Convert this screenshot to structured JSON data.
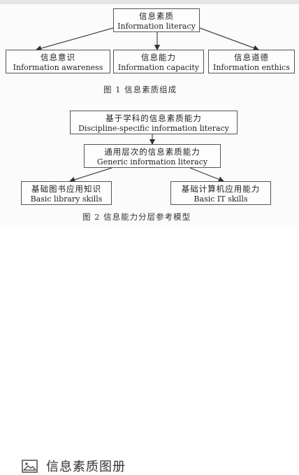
{
  "figure1": {
    "root": {
      "cn": "信息素质",
      "en": "Information literacy"
    },
    "children": [
      {
        "cn": "信息意识",
        "en": "Information awareness"
      },
      {
        "cn": "信息能力",
        "en": "Information capacity"
      },
      {
        "cn": "信息道德",
        "en": "Information enthics"
      }
    ],
    "caption": "图 1   信息素质组成"
  },
  "figure2": {
    "top": {
      "cn": "基于学科的信息素质能力",
      "en": "Discipline-specific information literacy"
    },
    "middle": {
      "cn": "通用层次的信息素质能力",
      "en": "Generic information literacy"
    },
    "left": {
      "cn": "基础图书应用知识",
      "en": "Basic library skills"
    },
    "right": {
      "cn": "基础计算机应用能力",
      "en": "Basic IT skills"
    },
    "caption": "图 2   信息能力分层参考模型"
  },
  "gallery": {
    "icon": "image-gallery-icon",
    "label": "信息素质图册"
  }
}
